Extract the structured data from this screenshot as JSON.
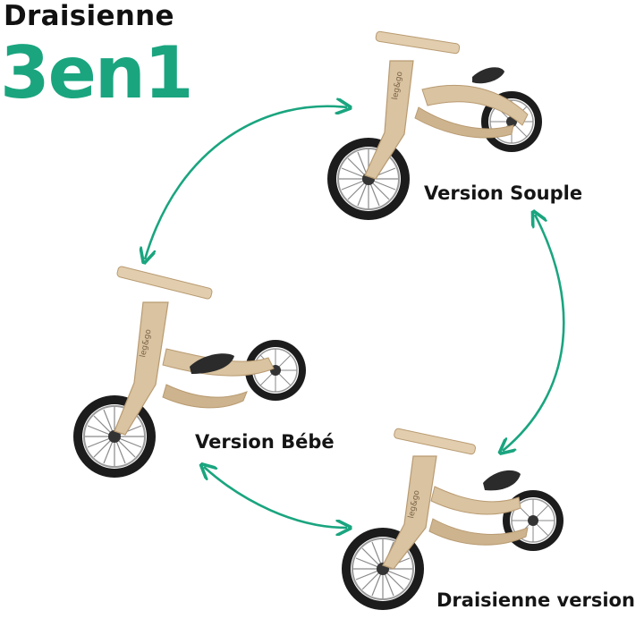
{
  "header": {
    "title_line1": "Draisienne",
    "title_line2": "3en1"
  },
  "colors": {
    "accent": "#1aa57f",
    "wood": "#d9c3a0",
    "wood_dark": "#b99b72",
    "tire": "#1c1c1c",
    "seat": "#2b2b2b"
  },
  "versions": [
    {
      "label": "Version Souple",
      "brand": "leg&go"
    },
    {
      "label": "Version Bébé",
      "brand": "leg&go"
    },
    {
      "label": "Draisienne version",
      "brand": "leg&go"
    }
  ]
}
